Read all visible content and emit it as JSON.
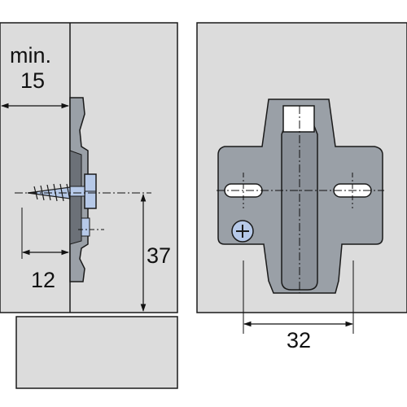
{
  "side_view": {
    "min_label": "min.",
    "min_value": "15",
    "screw_length": "12",
    "height": "37"
  },
  "front_view": {
    "spacing": "32"
  },
  "colors": {
    "background": "#ffffff",
    "panel": "#dcdcdc",
    "panel_edge": "#1a1a1a",
    "plate": "#9aa0a7",
    "plate_dark": "#6c7178",
    "screw_accent": "#b6c9e8",
    "line": "#111111"
  }
}
